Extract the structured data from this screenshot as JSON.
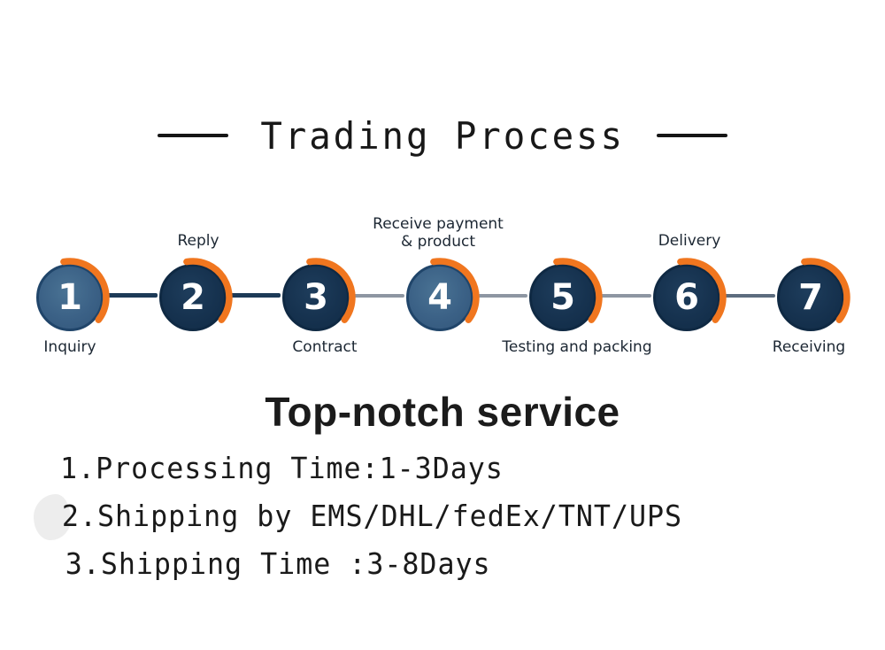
{
  "title": {
    "text": "Trading Process"
  },
  "process": {
    "steps": [
      {
        "num": "1",
        "label": "Inquiry"
      },
      {
        "num": "2",
        "label": "Reply"
      },
      {
        "num": "3",
        "label": "Contract"
      },
      {
        "num": "4",
        "label": "Receive payment",
        "label2": "& product"
      },
      {
        "num": "5",
        "label": "Testing and packing"
      },
      {
        "num": "6",
        "label": "Delivery"
      },
      {
        "num": "7",
        "label": "Receiving"
      }
    ]
  },
  "service": {
    "heading": "Top-notch service",
    "items": [
      "1.Processing Time:1-3Days",
      "2.Shipping by EMS/DHL/fedEx/TNT/UPS",
      "3.Shipping Time :3-8Days"
    ]
  },
  "colors": {
    "accent_orange": "#f0761f",
    "circle_dark": "#16324f",
    "circle_light": "#3b6186",
    "connector_navy": "#1d3a57",
    "connector_gray": "#8d96a2",
    "connector_slate": "#5c6c7e",
    "text_dark": "#1a1a1a"
  }
}
